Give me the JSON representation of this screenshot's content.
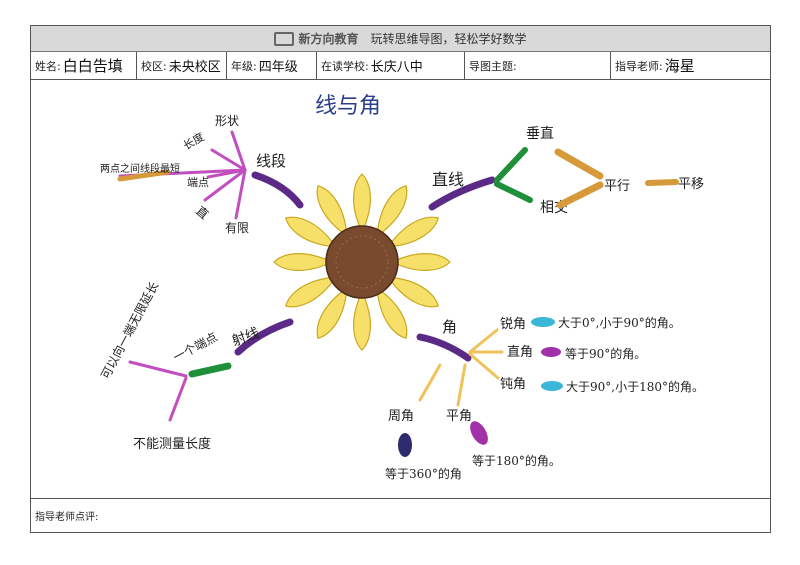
{
  "header": {
    "brand": "新方向教育",
    "slogan": "玩转思维导图，轻松学好数学"
  },
  "info": {
    "name_label": "姓名:",
    "name_value": "白白告填",
    "campus_label": "校区:",
    "campus_value": "未央校区",
    "grade_label": "年级:",
    "grade_value": "四年级",
    "school_label": "在读学校:",
    "school_value": "长庆八中",
    "topic_label": "导图主题:",
    "topic_value": "",
    "teacher_label": "指导老师:",
    "teacher_value": "海星"
  },
  "map": {
    "title": "线与角",
    "segment": {
      "label": "线段",
      "items": [
        "形状",
        "长度",
        "两点之间线段最短",
        "端点",
        "直",
        "有限"
      ]
    },
    "line": {
      "label": "直线",
      "perpendicular": "垂直",
      "intersect": "相交",
      "parallel": "平行",
      "translate": "平移"
    },
    "ray": {
      "label": "射线",
      "endpoint": "一个端点",
      "infinite": "可以向一端无限延长",
      "unmeasurable": "不能测量长度"
    },
    "angle": {
      "label": "角",
      "acute": "锐角",
      "acute_desc": "大于0°,小于90°的角。",
      "right": "直角",
      "right_desc": "等于90°的角。",
      "obtuse": "钝角",
      "obtuse_desc": "大于90°,小于180°的角。",
      "straight": "平角",
      "straight_desc": "等于180°的角。",
      "full": "周角",
      "full_desc": "等于360°的角"
    }
  },
  "footer": {
    "comment_label": "指导老师点评:"
  },
  "colors": {
    "purple": "#5b2a86",
    "green": "#1f8f3a",
    "orange": "#d79a3a",
    "magenta": "#c24fc0",
    "cyan": "#39b6d8",
    "yellow": "#f6e06a",
    "brown": "#7a4a2e"
  }
}
